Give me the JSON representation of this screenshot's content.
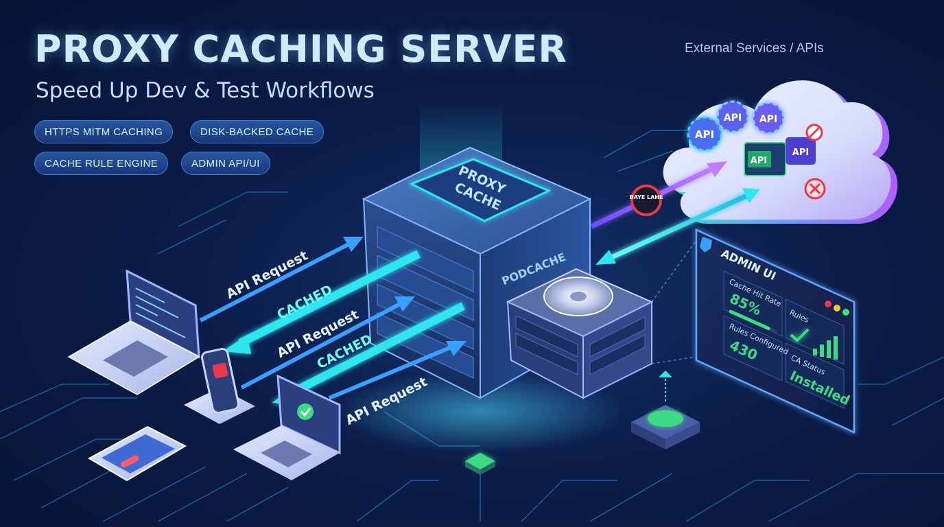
{
  "header": {
    "title": "PROXY CACHING SERVER",
    "subtitle": "Speed Up Dev & Test Workflows"
  },
  "features": {
    "https_mitm": "HTTPS MITM CACHING",
    "disk_cache": "DISK-BACKED CACHE",
    "rule_engine": "CACHE RULE ENGINE",
    "admin_api": "ADMIN API/UI"
  },
  "external": {
    "label": "External Services / APIs",
    "api_badge": "API",
    "sign_text": "BAYE LAHE"
  },
  "proxy": {
    "top_label_line1": "PROXY",
    "top_label_line2": "CACHE",
    "side_label": "PODCACHE"
  },
  "flows": {
    "request_1": "API Request",
    "cached_1": "CACHED",
    "request_2": "API Request",
    "cached_2": "CACHED",
    "request_3": "API Request"
  },
  "admin_ui": {
    "title": "ADMIN UI",
    "hit_rate_label": "Cache Hit Rate",
    "hit_rate_value": "85%",
    "hit_rate_fraction": 0.85,
    "rules_label": "Rules",
    "rules_configured_label": "Rules Configured",
    "rules_configured_value": "430",
    "ca_status_label": "CA Status",
    "ca_status_value": "Installed"
  },
  "colors": {
    "accent_cyan": "#2ee6f0",
    "accent_blue": "#3aa0ff",
    "accent_purple": "#a05cff",
    "success_green": "#3ddc84",
    "warning_red": "#e8384a"
  }
}
